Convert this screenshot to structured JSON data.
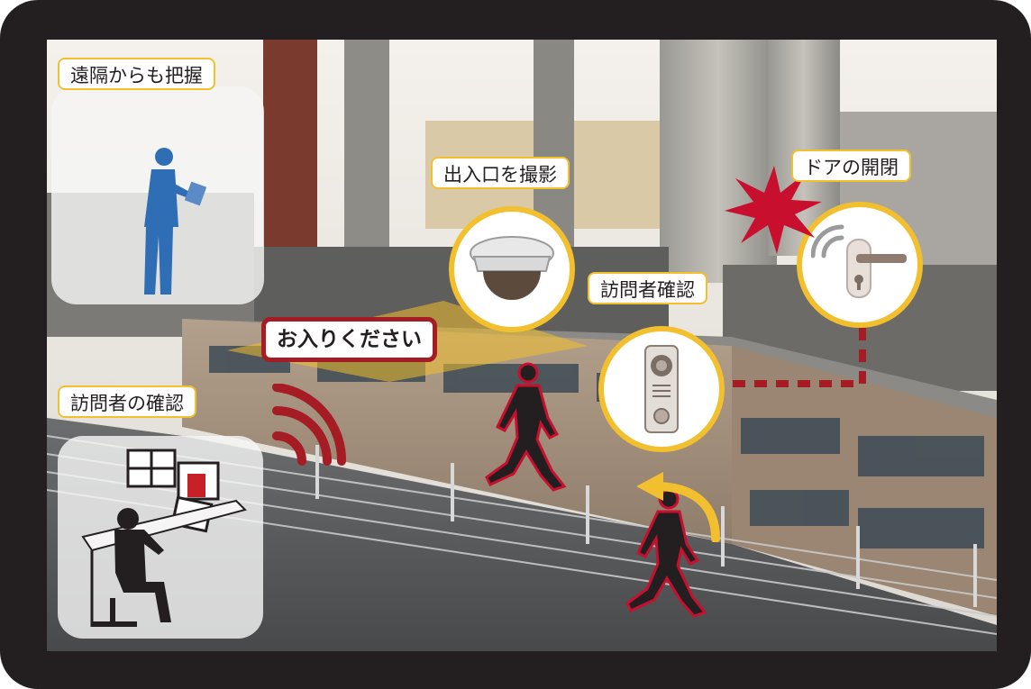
{
  "labels": {
    "remote": "遠隔からも把握",
    "entrance_camera": "出入口を撮影",
    "door": "ドアの開閉",
    "visitor_confirm": "訪問者確認",
    "please_enter": "お入りください",
    "visitor_check": "訪問者の確認"
  },
  "colors": {
    "frame": "#231f20",
    "accent_yellow": "#f2c02e",
    "alert_red": "#a51c24",
    "figure_blue": "#2f6db5"
  },
  "icons": [
    "tablet-user-icon",
    "dome-camera-icon",
    "door-handle-icon",
    "intercom-icon",
    "operator-desk-icon",
    "walking-person-icon",
    "wireless-signal-icon",
    "alert-burst-icon",
    "arrow-icon"
  ]
}
